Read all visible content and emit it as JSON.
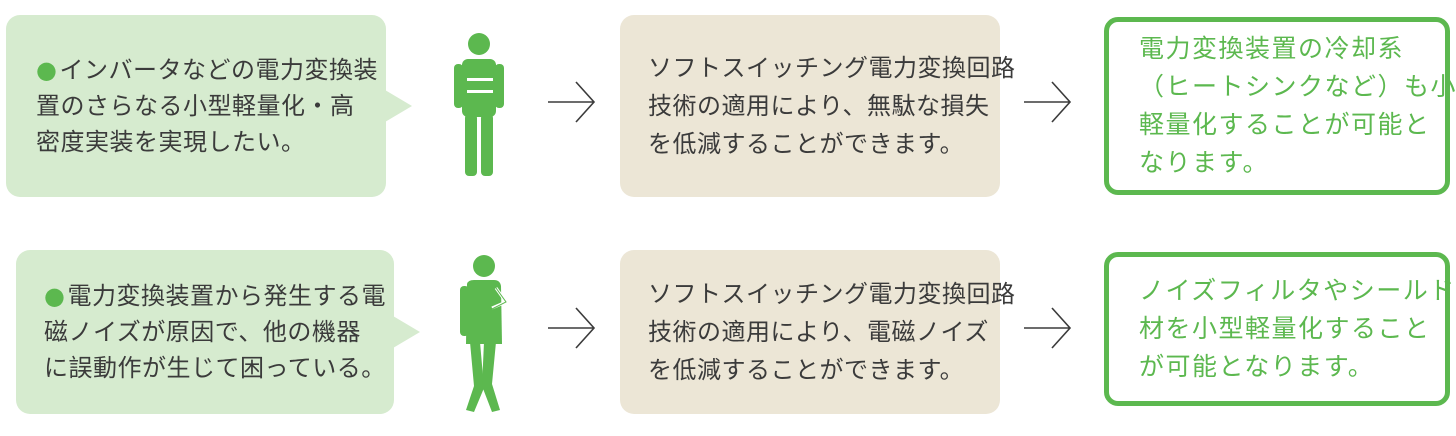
{
  "colors": {
    "accent": "#5cb84f",
    "problem_bg": "#d6ebcf",
    "solution_bg": "#ece6d6",
    "text": "#3b3b3b"
  },
  "rows": [
    {
      "problem": {
        "bullet": "●",
        "lines": [
          "インバータなどの電力変換装",
          "置のさらなる小型軽量化・高",
          "密度実装を実現したい。"
        ]
      },
      "solution": {
        "lines": [
          "ソフトスイッチング電力変換回路",
          "技術の適用により、無駄な損失",
          "を低減することができます。"
        ]
      },
      "result": {
        "lines": [
          "電力変換装置の冷却系",
          "（ヒートシンクなど）も小型",
          "軽量化することが可能と",
          "なります。"
        ]
      }
    },
    {
      "problem": {
        "bullet": "●",
        "lines": [
          "電力変換装置から発生する電",
          "磁ノイズが原因で、他の機器",
          "に誤動作が生じて困っている。"
        ]
      },
      "solution": {
        "lines": [
          "ソフトスイッチング電力変換回路",
          "技術の適用により、電磁ノイズ",
          "を低減することができます。"
        ]
      },
      "result": {
        "lines": [
          "ノイズフィルタやシールド",
          "材を小型軽量化すること",
          "が可能となります。"
        ]
      }
    }
  ]
}
